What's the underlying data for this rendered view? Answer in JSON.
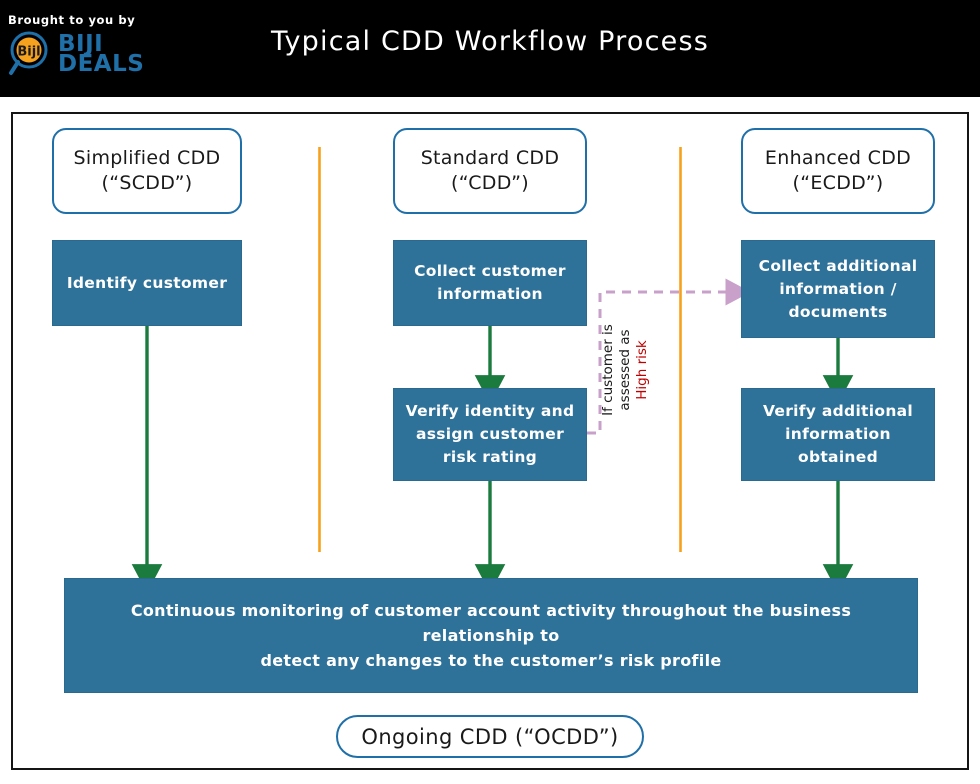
{
  "header": {
    "tagline": "Brought to you by",
    "logo_icon": "magnifier-logo-icon",
    "logo_inner_text": "Bijl",
    "brand_line1": "BIJI",
    "brand_line2": "DEALS",
    "title": "Typical CDD Workflow Process",
    "background_color": "#000000",
    "brand_color": "#1F6FA8",
    "accent_color": "#F6A21E"
  },
  "diagram": {
    "border_color": "#151515",
    "box_fill": "#2E7199",
    "arrow_color": "#1B7A3E",
    "divider_color": "#F7A11A",
    "conditional_color": "#C9A0C9",
    "lanes": [
      {
        "id": "scdd",
        "title_line1": "Simplified CDD",
        "title_line2": "(“SCDD”)"
      },
      {
        "id": "cdd",
        "title_line1": "Standard CDD",
        "title_line2": "(“CDD”)"
      },
      {
        "id": "ecdd",
        "title_line1": "Enhanced CDD",
        "title_line2": "(“ECDD”)"
      }
    ],
    "steps": {
      "scdd": [
        {
          "id": "identify-customer",
          "text": "Identify customer"
        }
      ],
      "cdd": [
        {
          "id": "collect-customer-information",
          "line1": "Collect customer",
          "line2": "information"
        },
        {
          "id": "verify-identity-risk-rating",
          "line1": "Verify identity and",
          "line2": "assign customer",
          "line3": "risk rating"
        }
      ],
      "ecdd": [
        {
          "id": "collect-additional-information",
          "line1": "Collect additional",
          "line2": "information /",
          "line3": "documents"
        },
        {
          "id": "verify-additional-information",
          "line1": "Verify additional",
          "line2": "information",
          "line3": "obtained"
        }
      ]
    },
    "conditional": {
      "label_line1": "If customer is",
      "label_line2": "assessed as",
      "label_highlight": "High risk"
    },
    "monitoring": {
      "line1": "Continuous monitoring of customer account activity throughout the business relationship to",
      "line2": "detect any changes to the customer’s risk profile"
    },
    "footer_pill": "Ongoing CDD (“OCDD”)"
  }
}
